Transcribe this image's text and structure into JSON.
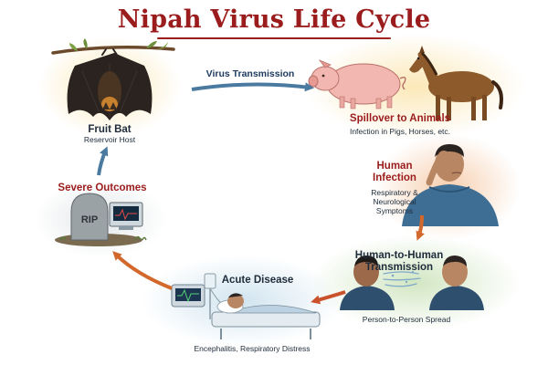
{
  "title": "Nipah Virus Life Cycle",
  "stages": {
    "bat": {
      "label": "Fruit Bat",
      "sublabel": "Reservoir Host"
    },
    "transmission": {
      "label": "Virus Transmission"
    },
    "animals": {
      "label": "Spillover to Animals",
      "sublabel": "Infection in Pigs, Horses, etc."
    },
    "human": {
      "label_line1": "Human",
      "label_line2": "Infection",
      "sub_line1": "Respiratory &",
      "sub_line2": "Neurological",
      "sub_line3": "Symptoms"
    },
    "h2h": {
      "label_line1": "Human-to-Human",
      "label_line2": "Transmission",
      "sublabel": "Person-to-Person Spread"
    },
    "acute": {
      "label": "Acute Disease",
      "sublabel": "Encephalitis, Respiratory Distress"
    },
    "severe": {
      "label": "Severe Outcomes"
    }
  },
  "gravestone_text": "RIP",
  "colors": {
    "title": "#9b1c1c",
    "label_red": "#9b1c1c",
    "label_dark": "#1d2b3a",
    "arrow_blue": "#4a7aa0",
    "arrow_orange": "#d2682b"
  }
}
